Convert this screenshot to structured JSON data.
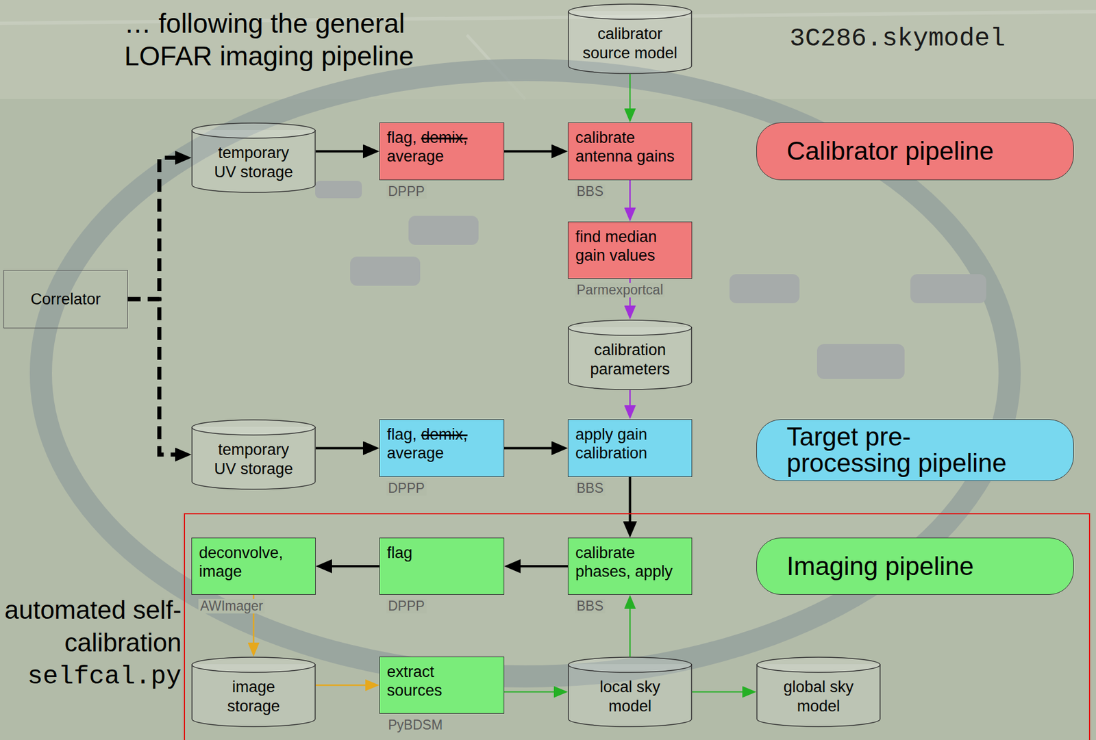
{
  "diagram": {
    "title": "… following the general LOFAR imaging pipeline",
    "nodes": [
      {
        "text": [
          "calibrator source model"
        ]
      },
      {
        "text": [
          "temporary UV storage"
        ]
      },
      {
        "text": [
          "flag, demix, average",
          "DPPP"
        ]
      },
      {
        "text": [
          "calibrate antenna gains",
          "BBS"
        ]
      },
      {
        "text": [
          "Calibrator pipeline"
        ]
      },
      {
        "text": [
          "find median gain values",
          "Parmexportcal"
        ]
      },
      {
        "text": [
          "calibration parameters"
        ]
      },
      {
        "text": [
          "Correlator"
        ]
      },
      {
        "text": [
          "temporary UV storage"
        ]
      },
      {
        "text": [
          "flag, demix, average",
          "DPPP"
        ]
      },
      {
        "text": [
          "apply gain calibration",
          "BBS"
        ]
      },
      {
        "text": [
          "Target pre-processing pipeline"
        ]
      },
      {
        "text": [
          "automated self-calibration",
          "selfcal.py"
        ]
      },
      {
        "text": [
          "deconvolve, image",
          "AWImager"
        ],
        "in": 12
      },
      {
        "text": [
          "flag",
          "DPPP"
        ],
        "in": 12
      },
      {
        "text": [
          "calibrate phases, apply",
          "BBS"
        ],
        "in": 12
      },
      {
        "text": [
          "Imaging pipeline"
        ],
        "in": 12
      },
      {
        "text": [
          "image storage"
        ],
        "in": 12
      },
      {
        "text": [
          "extract sources",
          "PyBDSM"
        ],
        "in": 12
      },
      {
        "text": [
          "local sky model"
        ],
        "in": 12
      },
      {
        "text": [
          "global sky model"
        ],
        "in": 12
      }
    ],
    "edges": [
      {
        "from": 0,
        "to": 3,
        "arrow": "to"
      },
      {
        "from": 1,
        "to": 2,
        "arrow": "to"
      },
      {
        "from": 2,
        "to": 3,
        "arrow": "to"
      },
      {
        "from": 3,
        "to": 5,
        "arrow": "to"
      },
      {
        "from": 5,
        "to": 6,
        "arrow": "to"
      },
      {
        "from": 6,
        "to": 10,
        "arrow": "to"
      },
      {
        "from": 7,
        "to": 1,
        "arrow": "to"
      },
      {
        "from": 7,
        "to": 8,
        "arrow": "to"
      },
      {
        "from": 8,
        "to": 9,
        "arrow": "to"
      },
      {
        "from": 9,
        "to": 10,
        "arrow": "to"
      },
      {
        "from": 10,
        "to": 15,
        "arrow": "to"
      },
      {
        "from": 15,
        "to": 14,
        "arrow": "to"
      },
      {
        "from": 14,
        "to": 13,
        "arrow": "to"
      },
      {
        "from": 13,
        "to": 17,
        "arrow": "to"
      },
      {
        "from": 17,
        "to": 18,
        "arrow": "to"
      },
      {
        "from": 18,
        "to": 19,
        "arrow": "to"
      },
      {
        "from": 19,
        "to": 15,
        "arrow": "to"
      },
      {
        "from": 19,
        "to": 20,
        "arrow": "to"
      }
    ],
    "labels": [
      "3C286.skymodel"
    ]
  }
}
